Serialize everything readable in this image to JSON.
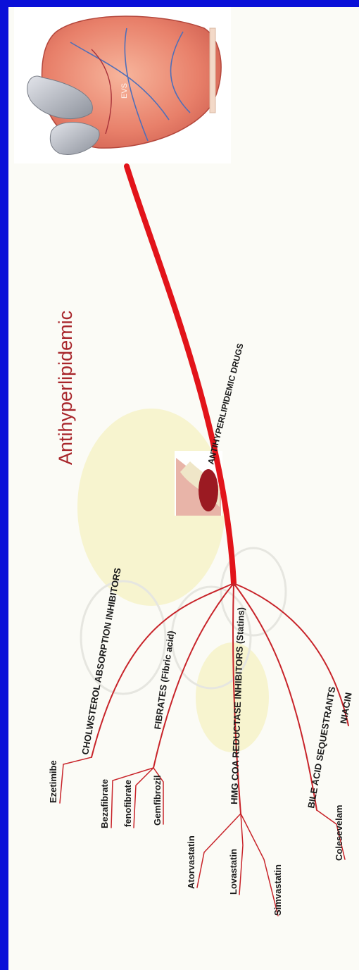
{
  "title": "Antihyperlipidemic",
  "heart_label": "EVS",
  "main_branch": "ANTIHYPERLIPIDEMIC DRUGS",
  "categories": [
    {
      "id": "cholesterol",
      "label": "CHOLWSTEROL ABSORPTION INHIBITORS",
      "drugs": [
        "Ezetimibe"
      ]
    },
    {
      "id": "fibrates",
      "label": "FIBRATES (Fibric acid)",
      "drugs": [
        "Bezafibrate",
        "fenofibrate",
        "Gemfibrozil"
      ]
    },
    {
      "id": "statins",
      "label": "HMG COA REDUCTASE INHIBITORS (Statins)",
      "drugs": [
        "Atorvastatin",
        "Lovastatin",
        "Simvastatin"
      ]
    },
    {
      "id": "bile",
      "label": "BILE ACID SEQUESTRANTS",
      "drugs": [
        "Colesevelam"
      ]
    },
    {
      "id": "niacin",
      "label": "NIACIN",
      "drugs": []
    }
  ],
  "colors": {
    "background": "#0a10d8",
    "panel": "#fbfbf6",
    "branch": "#c8242a",
    "main_branch": "#e2141a",
    "title": "#a8262b",
    "bubble": "#f6f2c8",
    "text": "#1a1a1a"
  },
  "icons": [
    "heart-illustration",
    "artery-plaque-icon"
  ]
}
